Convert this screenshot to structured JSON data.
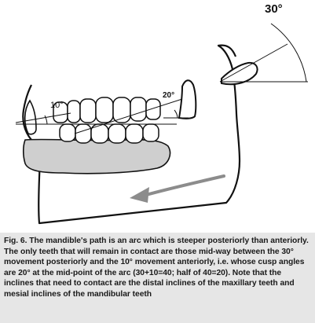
{
  "figure": {
    "angle_labels": {
      "posterior": "30°",
      "mid": "20°",
      "anterior": "10°"
    }
  },
  "caption": "Fig. 6. The mandible's path is an arc which is steeper posteriorly than anteriorly. The only teeth that will remain in contact are those mid-way between the 30° movement posteriorly and the 10° movement anteriorly, i.e. whose cusp angles are 20° at the mid-point of the arc (30+10=40; half of 40=20). Note that the inclines that need to contact are the distal inclines of the maxillary teeth and mesial inclines of the mandibular teeth",
  "colors": {
    "arch_fill": "#cfcfcf",
    "arrow": "#8c8c8c",
    "caption_band": "#e6e6e6"
  }
}
